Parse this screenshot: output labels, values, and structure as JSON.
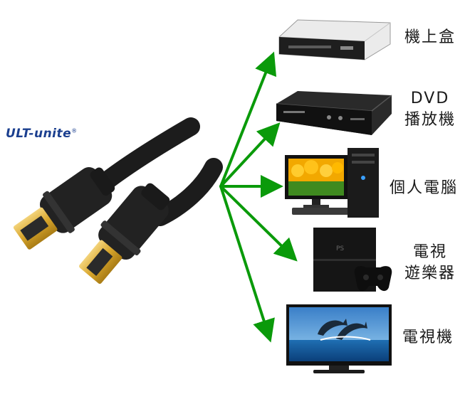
{
  "brand": {
    "name": "ULT-unite",
    "mark": "®"
  },
  "devices": [
    {
      "line1": "機上盒",
      "line2": ""
    },
    {
      "line1": "DVD",
      "line2": "播放機"
    },
    {
      "line1": "個人電腦",
      "line2": ""
    },
    {
      "line1": "電視",
      "line2": "遊樂器"
    },
    {
      "line1": "電視機",
      "line2": ""
    }
  ],
  "colors": {
    "arrow": "#0a9a0a",
    "brand": "#1b3f8f",
    "cable": "#1c1c1c",
    "gold": "#e0b23a"
  }
}
